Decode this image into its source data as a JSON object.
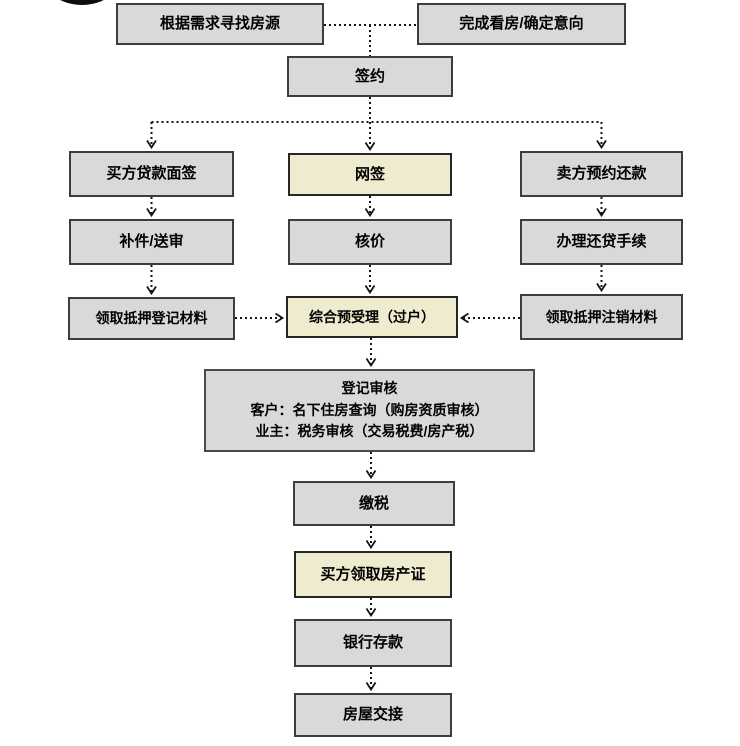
{
  "diagram": {
    "type": "flowchart",
    "subject": "二手房交易流程",
    "edge_style": "dotted-arrow",
    "palette": {
      "node_fill_gray": "#d9d9d9",
      "node_fill_highlight": "#eeebcf",
      "node_border": "#3d3d3d",
      "connector_color": "#151515",
      "text_color": "#000000",
      "corner_circle_color": "#0d0d0d",
      "background": "#ffffff"
    }
  },
  "nodes": {
    "find_housing": {
      "label": "根据需求寻找房源"
    },
    "confirm_intent": {
      "label": "完成看房/确定意向"
    },
    "sign_contract": {
      "label": "签约"
    },
    "buyer_loan_interview": {
      "label": "买方贷款面签"
    },
    "online_sign": {
      "label": "网签"
    },
    "seller_repay_appointment": {
      "label": "卖方预约还款"
    },
    "supplement_review": {
      "label": "补件/送审"
    },
    "price_check": {
      "label": "核价"
    },
    "repay_loan_procedure": {
      "label": "办理还贷手续"
    },
    "mortgage_reg_materials": {
      "label": "领取抵押登记材料"
    },
    "pre_acceptance": {
      "label": "综合预受理（过户）"
    },
    "mortgage_cancel_materials": {
      "label": "领取抵押注销材料"
    },
    "registration_review": {
      "lines": [
        "登记审核",
        "客户：名下住房查询（购房资质审核）",
        "业主：税务审核（交易税费/房产税）"
      ]
    },
    "pay_tax": {
      "label": "缴税"
    },
    "buyer_get_deed": {
      "label": "买方领取房产证"
    },
    "bank_deposit": {
      "label": "银行存款"
    },
    "house_handover": {
      "label": "房屋交接"
    }
  }
}
